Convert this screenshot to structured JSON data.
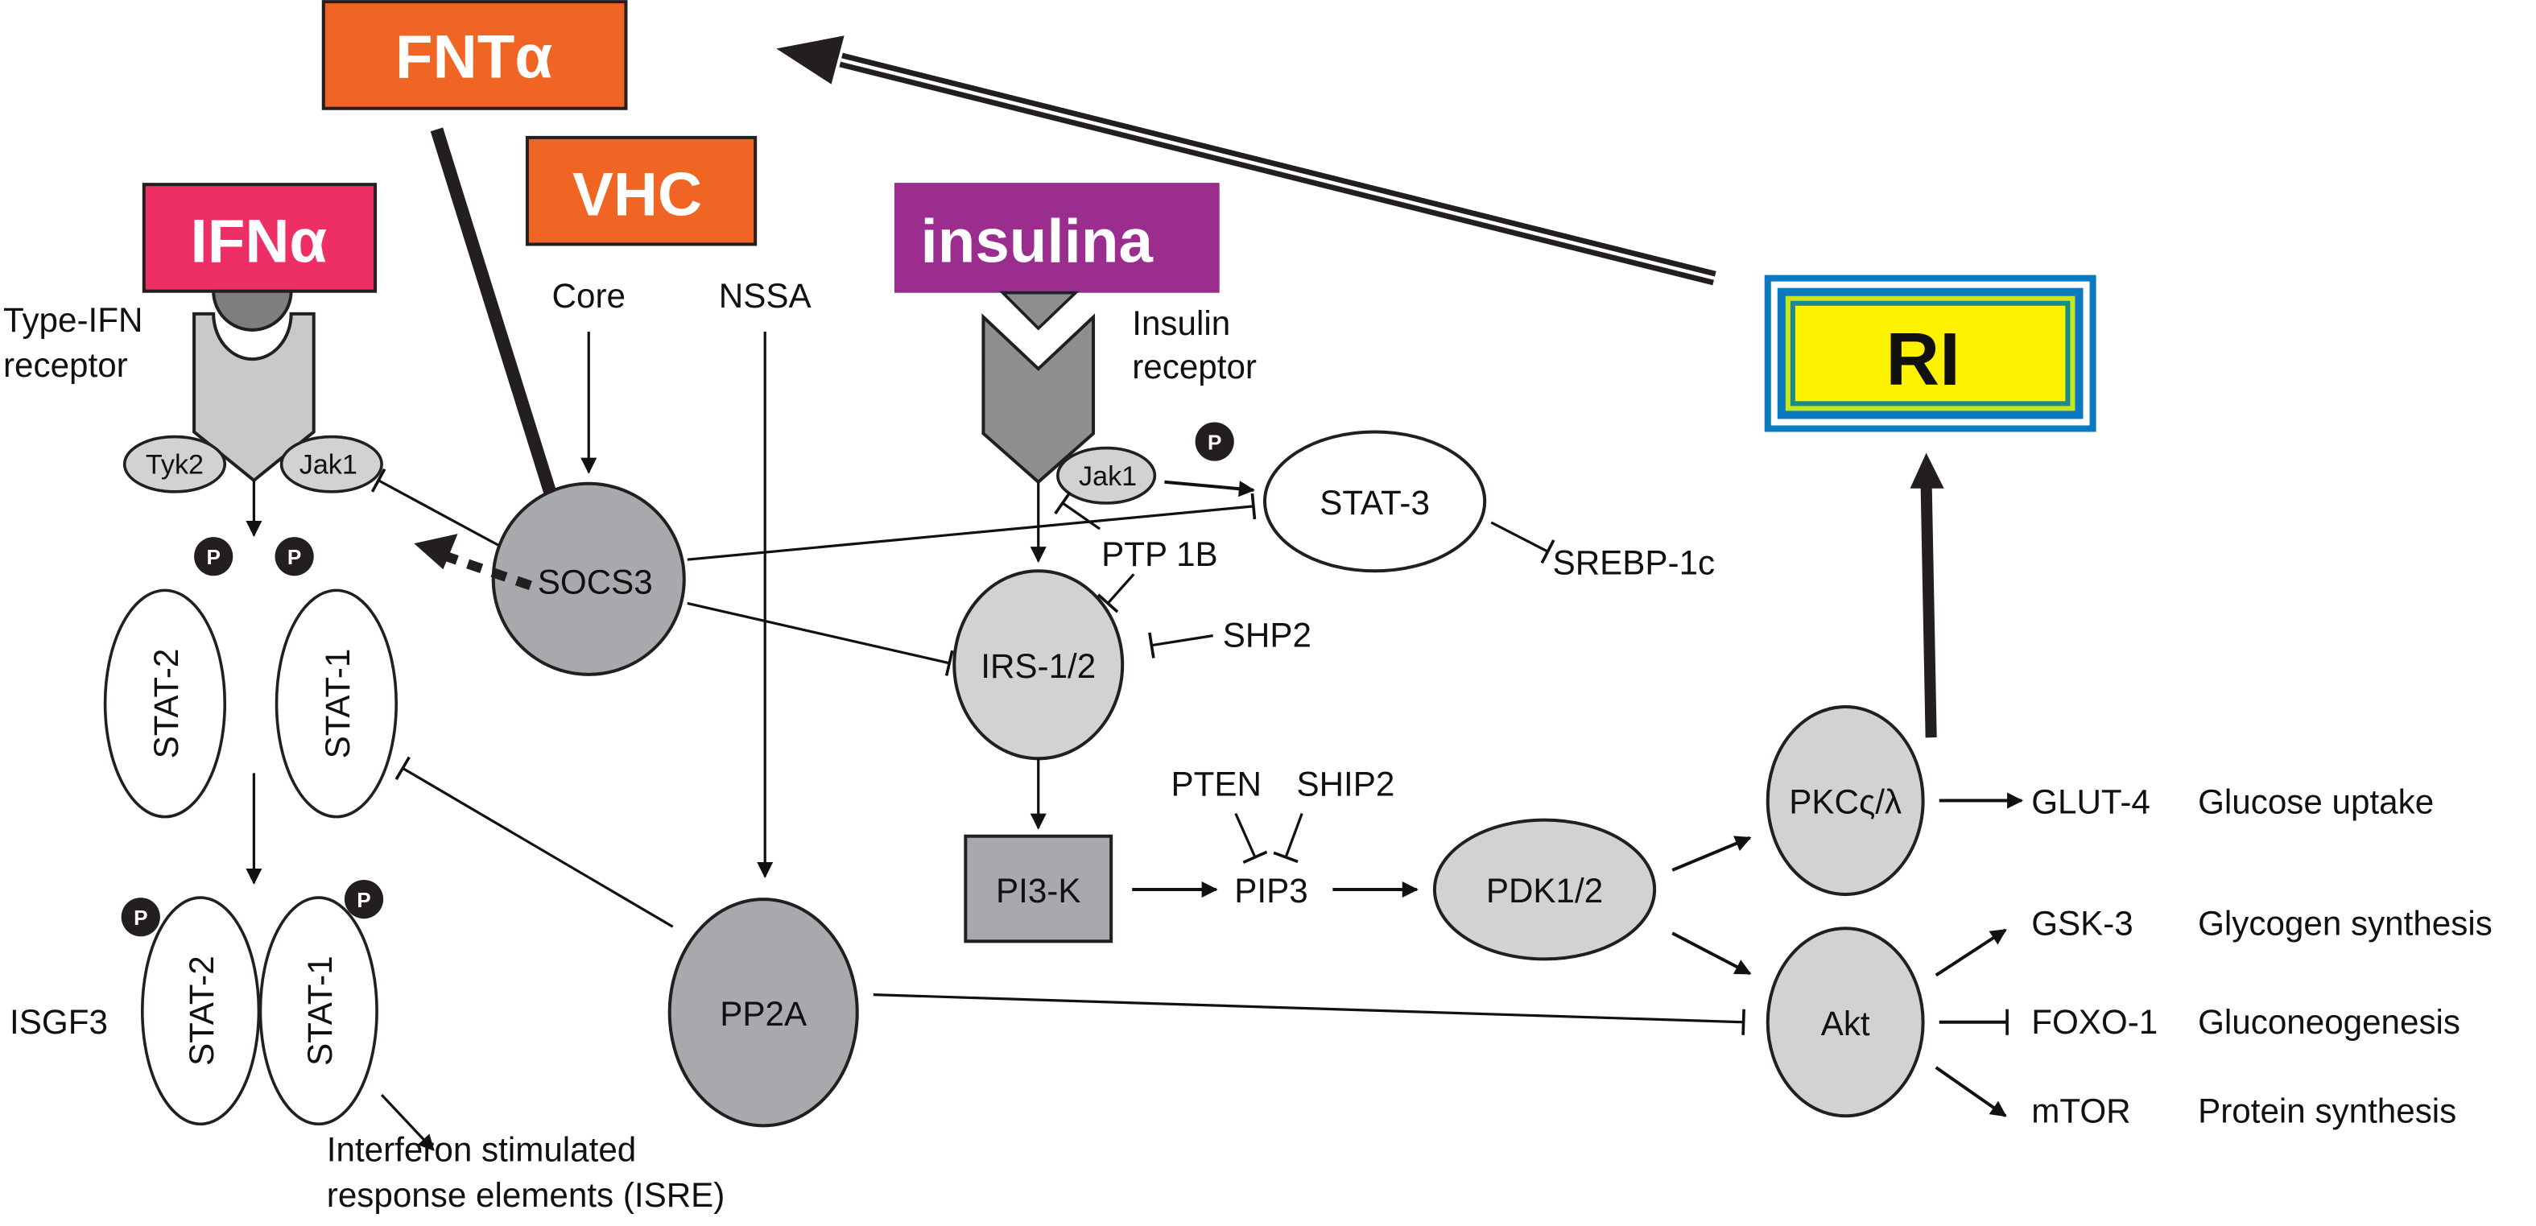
{
  "colors": {
    "ifn": "#ee2f66",
    "fnt": "#f06523",
    "vhc": "#f06523",
    "insulina": "#9b2d8f",
    "ri_outer": "#0a79bf",
    "ri_fill": "#fff200",
    "ri_text": "#ee2f66",
    "dark_node": "#a8a9ad",
    "light_node": "#d1d2d4",
    "receptor_dark": "#8c8e90",
    "receptor_light": "#c8c9cb"
  },
  "stimuli": {
    "fnt": "FNTα",
    "vhc": "VHC",
    "ifn": "IFNα",
    "insulina": "insulina",
    "ri": "RI"
  },
  "labels": {
    "type_ifn_receptor": [
      "Type-IFN",
      "receptor"
    ],
    "insulin_receptor": [
      "Insulin",
      "receptor"
    ],
    "core": "Core",
    "nssa": "NSSA",
    "tyk2": "Tyk2",
    "jak1_ifn": "Jak1",
    "jak1_ins": "Jak1",
    "socs3": "SOCS3",
    "stat3": "STAT-3",
    "srebp": "SREBP-1c",
    "ptp1b": "PTP 1B",
    "irs": "IRS-1/2",
    "shp2": "SHP2",
    "stat2_top": "STAT-2",
    "stat1_top": "STAT-1",
    "stat2_bot": "STAT-2",
    "stat1_bot": "STAT-1",
    "isgf3": "ISGF3",
    "isre": [
      "Interferon stimulated",
      "response elements (ISRE)"
    ],
    "pp2a": "PP2A",
    "pi3k": "PI3-K",
    "pten": "PTEN",
    "ship2": "SHIP2",
    "pip3": "PIP3",
    "pdk": "PDK1/2",
    "pkc": "PKCς/λ",
    "akt": "Akt",
    "p": "P"
  },
  "outputs": [
    {
      "target": "GLUT-4",
      "effect": "Glucose uptake"
    },
    {
      "target": "GSK-3",
      "effect": "Glycogen synthesis"
    },
    {
      "target": "FOXO-1",
      "effect": "Gluconeogenesis"
    },
    {
      "target": "mTOR",
      "effect": "Protein synthesis"
    }
  ]
}
